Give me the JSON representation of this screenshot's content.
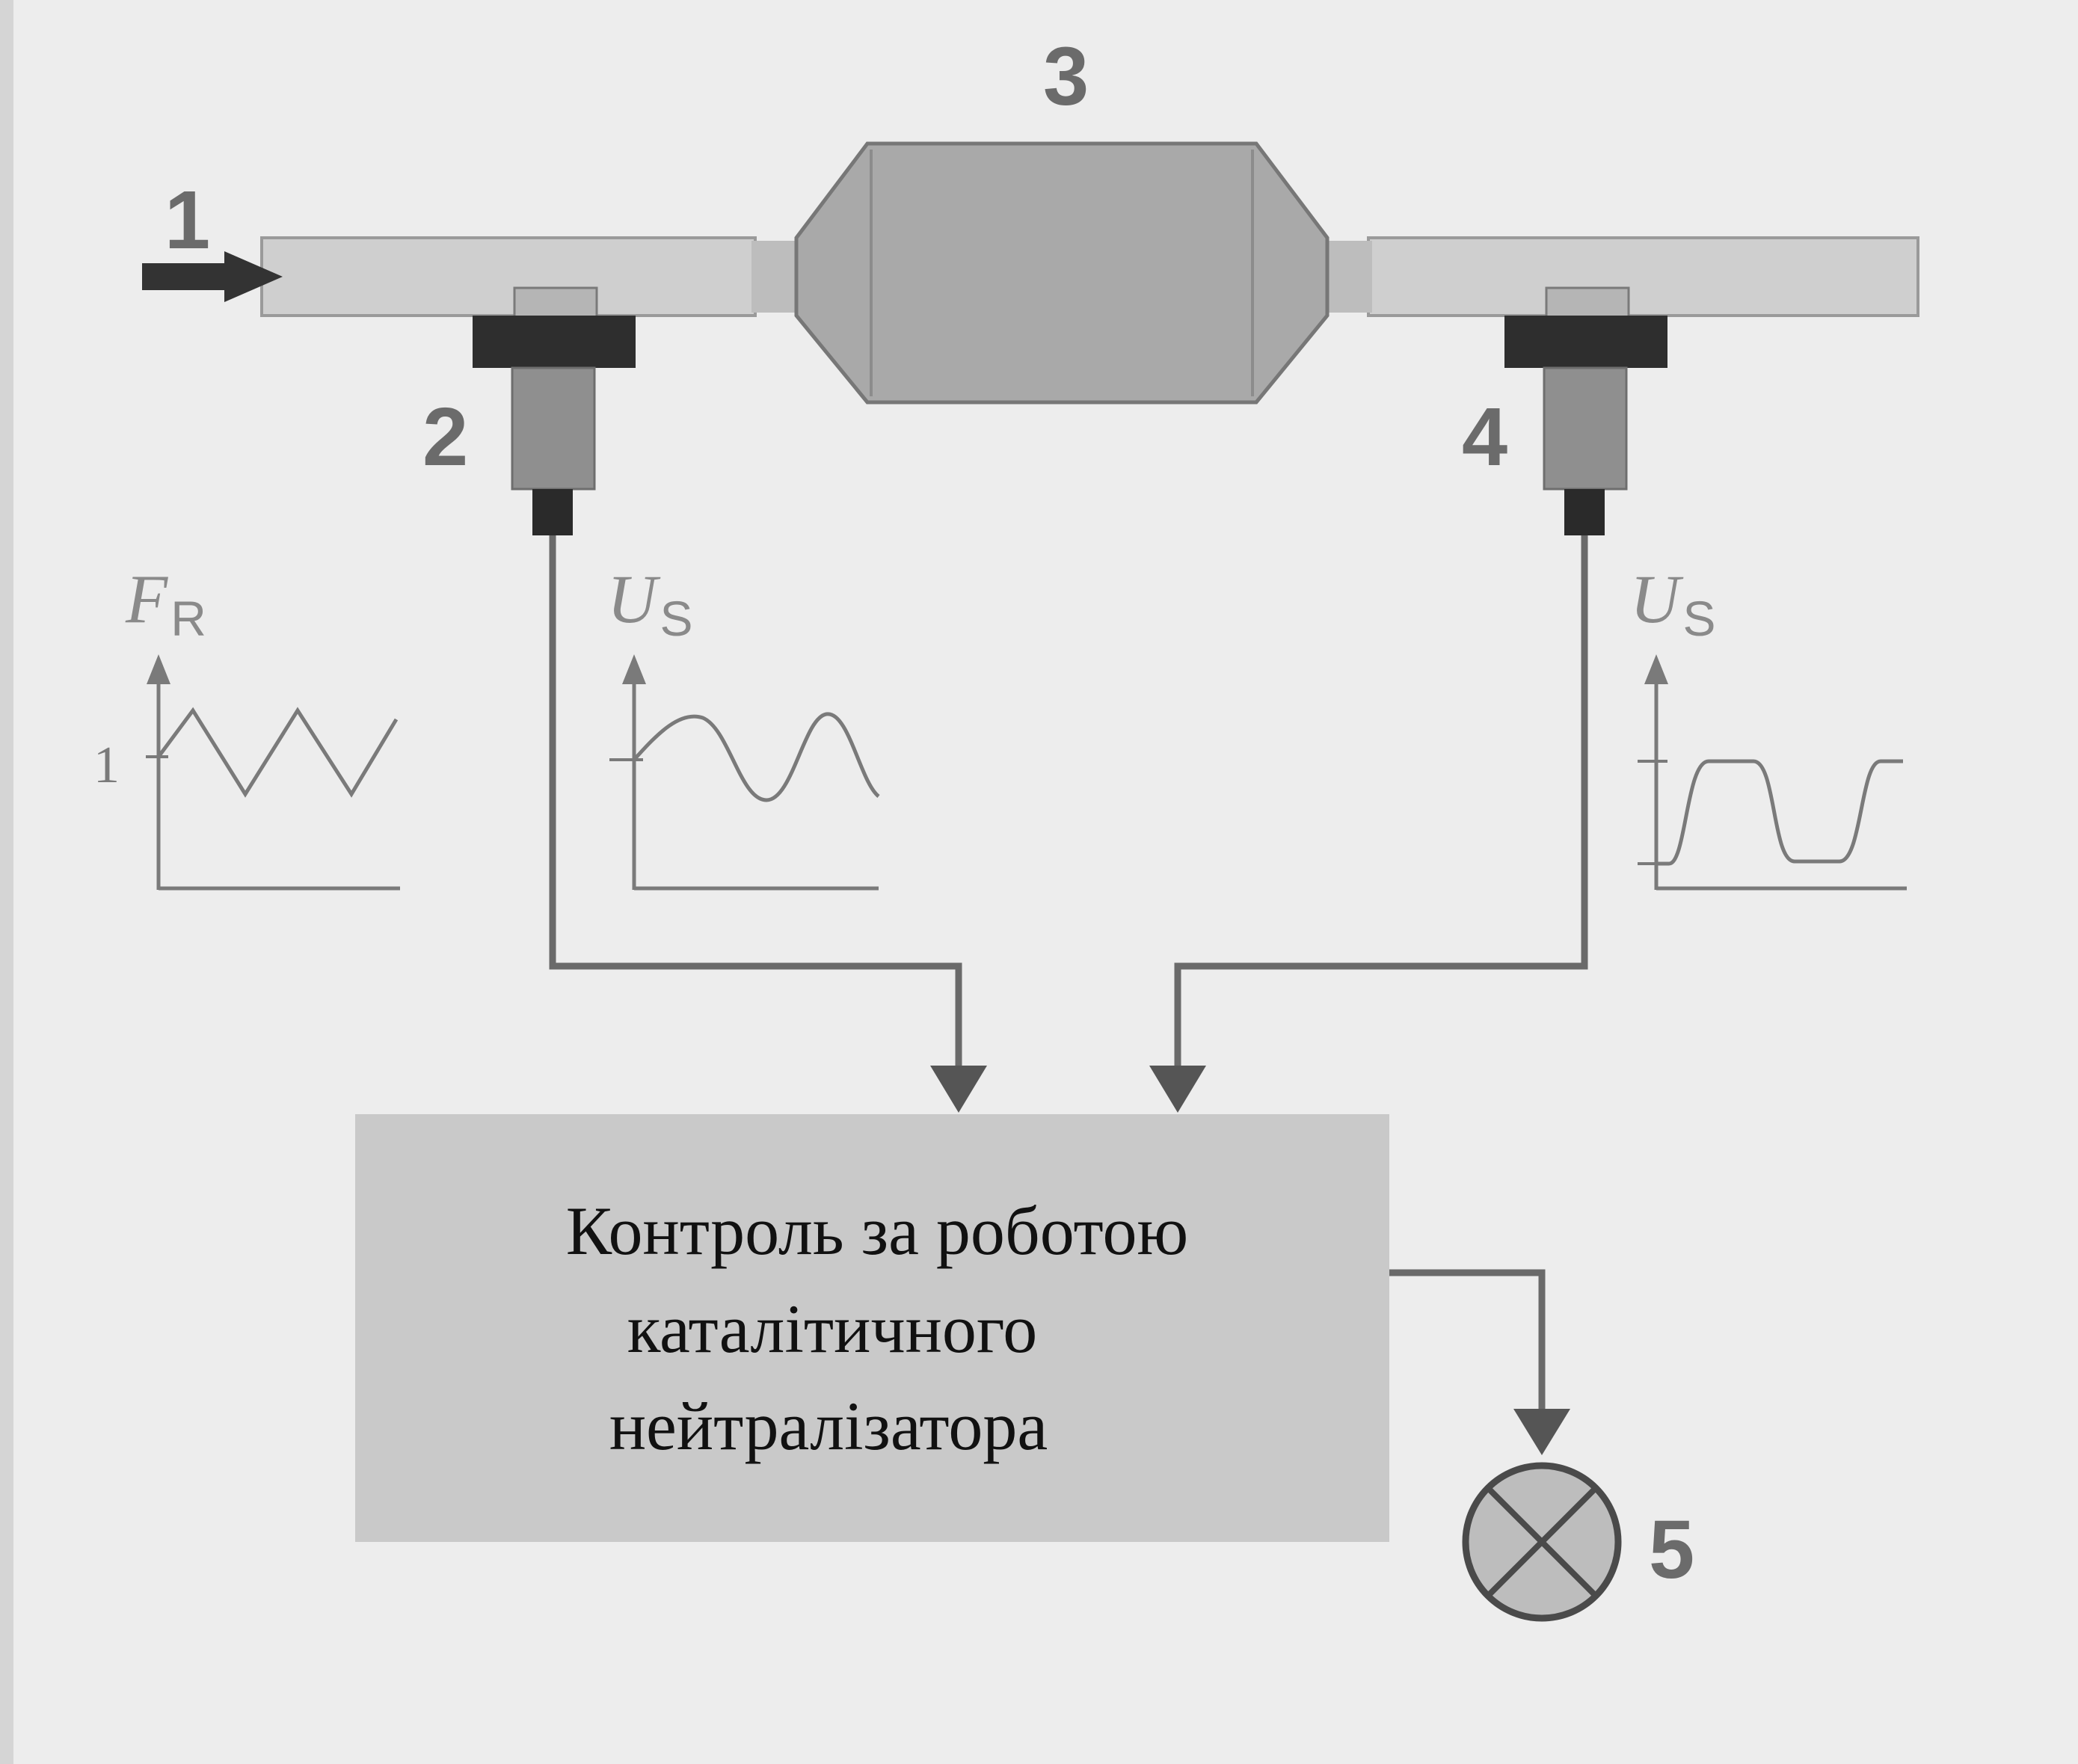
{
  "labels": {
    "inlet": "1",
    "sensor_upstream": "2",
    "catalytic_converter": "3",
    "sensor_downstream": "4",
    "warning_lamp": "5"
  },
  "graphs": {
    "lambda": {
      "symbol": "F",
      "subscript": "R",
      "tick_value": "1"
    },
    "upstream_voltage": {
      "symbol": "U",
      "subscript": "S"
    },
    "downstream_voltage": {
      "symbol": "U",
      "subscript": "S"
    }
  },
  "control_box": {
    "line1": "Контроль за роботою",
    "line2": "каталітичного",
    "line3": "нейтралізатора"
  },
  "colors": {
    "background": "#ededed",
    "pipe": "#cfcfcf",
    "converter": "#a9a9a9",
    "sensor_body": "#8f8f8f",
    "sensor_flange": "#2e2e2e",
    "wire": "#6a6a6a",
    "box": "#c9c9c9",
    "lamp": "#bdbdbd"
  }
}
